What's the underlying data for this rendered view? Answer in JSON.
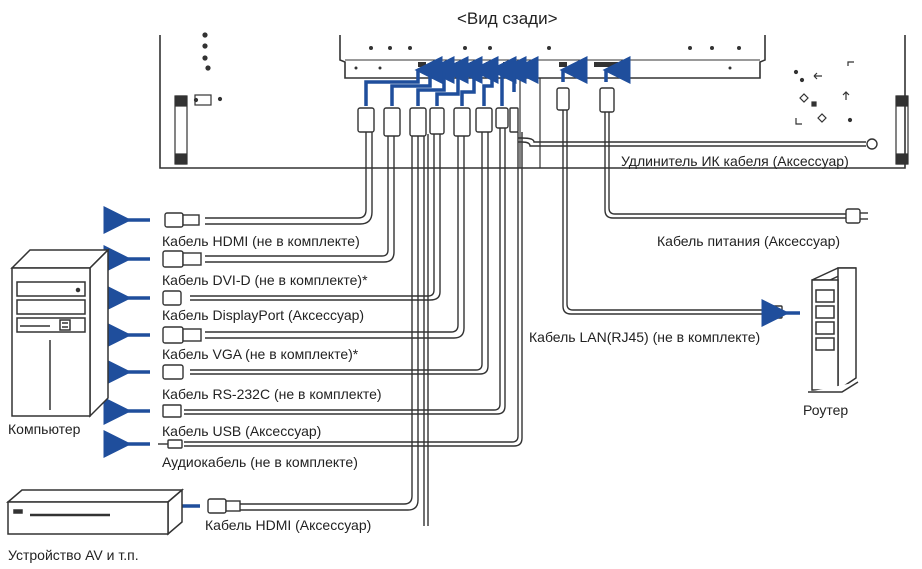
{
  "title": "<Вид сзади>",
  "colors": {
    "arrow": "#1f4e9c",
    "line": "#333333",
    "cable_fill": "#ffffff"
  },
  "cables_left": [
    {
      "id": "hdmi_pc",
      "label": "Кабель HDMI (не в комплекте)",
      "connector_icon": "hdmi-connector"
    },
    {
      "id": "dvid",
      "label": "Кабель DVI-D (не в комплекте)*",
      "connector_icon": "dvi-connector"
    },
    {
      "id": "dp",
      "label": "Кабель DisplayPort (Аксессуар)",
      "connector_icon": "displayport-connector"
    },
    {
      "id": "vga",
      "label": "Кабель VGA (не в комплекте)*",
      "connector_icon": "vga-connector"
    },
    {
      "id": "rs232c",
      "label": "Кабель RS-232C (не в комплекте)",
      "connector_icon": "rs232c-connector"
    },
    {
      "id": "usb",
      "label": "Кабель USB (Аксессуар)",
      "connector_icon": "usb-connector"
    },
    {
      "id": "audio",
      "label": "Аудиокабель (не в комплекте)",
      "connector_icon": "audio-jack"
    }
  ],
  "hdmi_av": {
    "label": "Кабель HDMI (Аксессуар)",
    "connector_icon": "hdmi-connector"
  },
  "ir_extender": {
    "label": "Удлинитель ИК кабеля (Аксессуар)"
  },
  "power_cable": {
    "label": "Кабель питания (Аксессуар)"
  },
  "lan_cable": {
    "label": "Кабель LAN(RJ45) (не в комплекте)"
  },
  "devices": {
    "computer": "Компьютер",
    "router": "Роутер",
    "av_device": "Устройство AV и т.п."
  }
}
